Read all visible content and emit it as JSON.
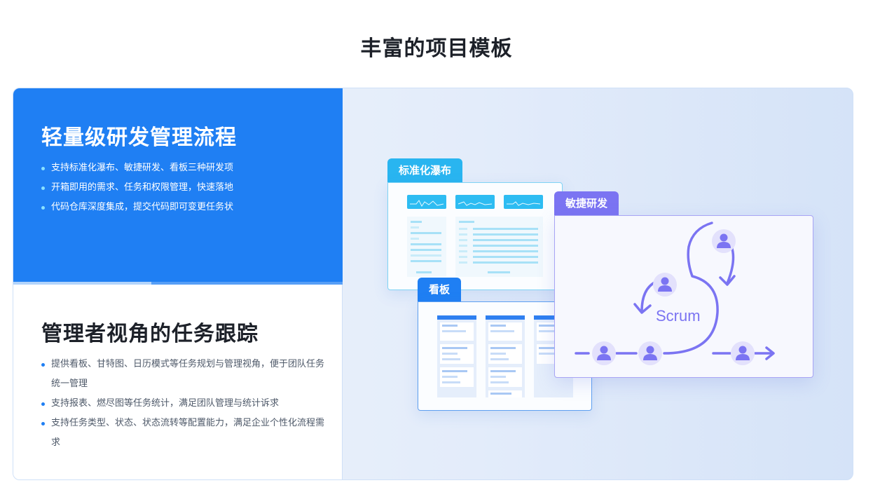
{
  "page": {
    "title": "丰富的项目模板"
  },
  "panels": [
    {
      "heading": "轻量级研发管理流程",
      "active": true,
      "progress": 0.42,
      "bullets": [
        "支持标准化瀑布、敏捷研发、看板三种研发项",
        "开箱即用的需求、任务和权限管理，快速落地",
        "代码仓库深度集成，提交代码即可变更任务状"
      ]
    },
    {
      "heading": "管理者视角的任务跟踪",
      "active": false,
      "bullets": [
        "提供看板、甘特图、日历模式等任务规划与管理视角，便于团队任务统一管理",
        "支持报表、燃尽图等任务统计，满足团队管理与统计诉求",
        "支持任务类型、状态、状态流转等配置能力，满足企业个性化流程需求"
      ]
    }
  ],
  "illustration": {
    "windows": {
      "standard": {
        "tab": "标准化瀑布"
      },
      "kanban": {
        "tab": "看板"
      },
      "agile": {
        "tab": "敏捷研发",
        "diagram_label": "Scrum"
      }
    },
    "colors": {
      "primary": "#1f7ff3",
      "cyan": "#29b5f0",
      "purple": "#7b74f2",
      "text_dark": "#1d2129",
      "text_body": "#4e5969"
    }
  }
}
